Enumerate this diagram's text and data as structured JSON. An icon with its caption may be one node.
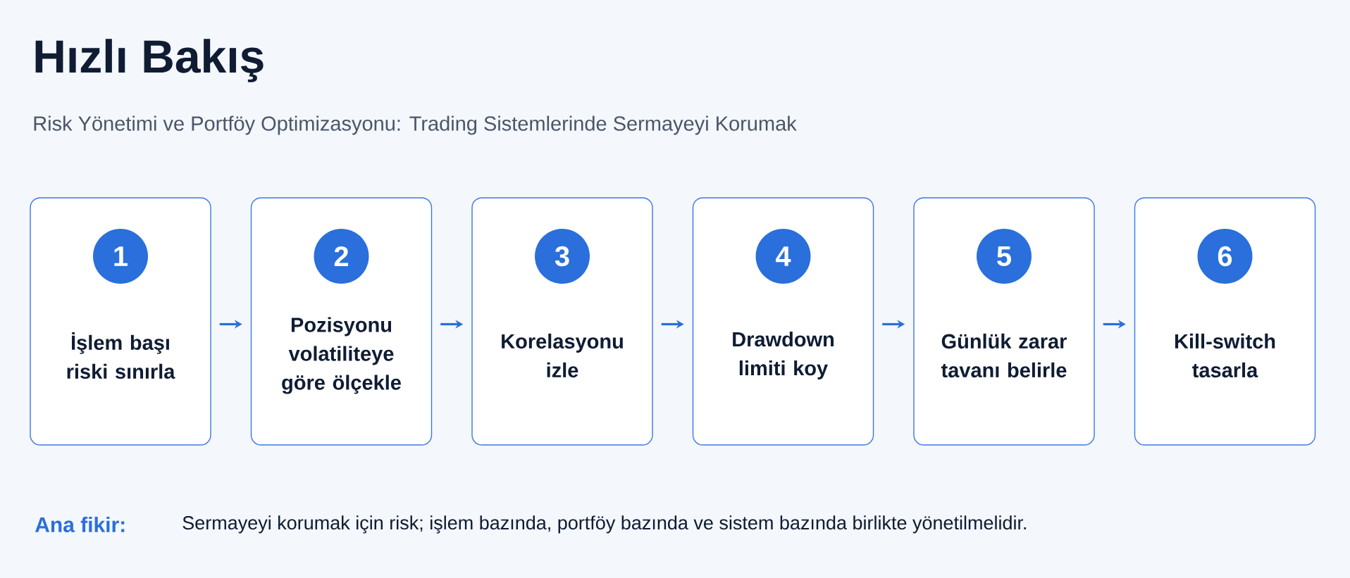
{
  "diagram": {
    "title": "Hızlı Bakış",
    "nodes": [
      {
        "text": [
          "1",
          "İşlem başı riski sınırla"
        ]
      },
      {
        "text": [
          "2",
          "Pozisyonu volatiliteye göre ölçekle"
        ]
      },
      {
        "text": [
          "3",
          "Korelasyonu izle"
        ]
      },
      {
        "text": [
          "4",
          "Drawdown limiti koy"
        ]
      },
      {
        "text": [
          "5",
          "Günlük zarar tavanı belirle"
        ]
      },
      {
        "text": [
          "6",
          "Kill-switch tasarla"
        ]
      }
    ],
    "edges": [
      {
        "from": 0,
        "to": 1,
        "arrow": "to"
      },
      {
        "from": 1,
        "to": 2,
        "arrow": "to"
      },
      {
        "from": 2,
        "to": 3,
        "arrow": "to"
      },
      {
        "from": 3,
        "to": 4,
        "arrow": "to"
      },
      {
        "from": 4,
        "to": 5,
        "arrow": "to"
      }
    ],
    "labels": [
      "Risk Yönetimi ve Portföy Optimizasyonu: Trading Sistemlerinde Sermayeyi Korumak",
      "Ana fikir:",
      "Sermayeyi korumak için risk; işlem bazında, portföy bazında ve sistem bazında birlikte yönetilmelidir."
    ]
  }
}
